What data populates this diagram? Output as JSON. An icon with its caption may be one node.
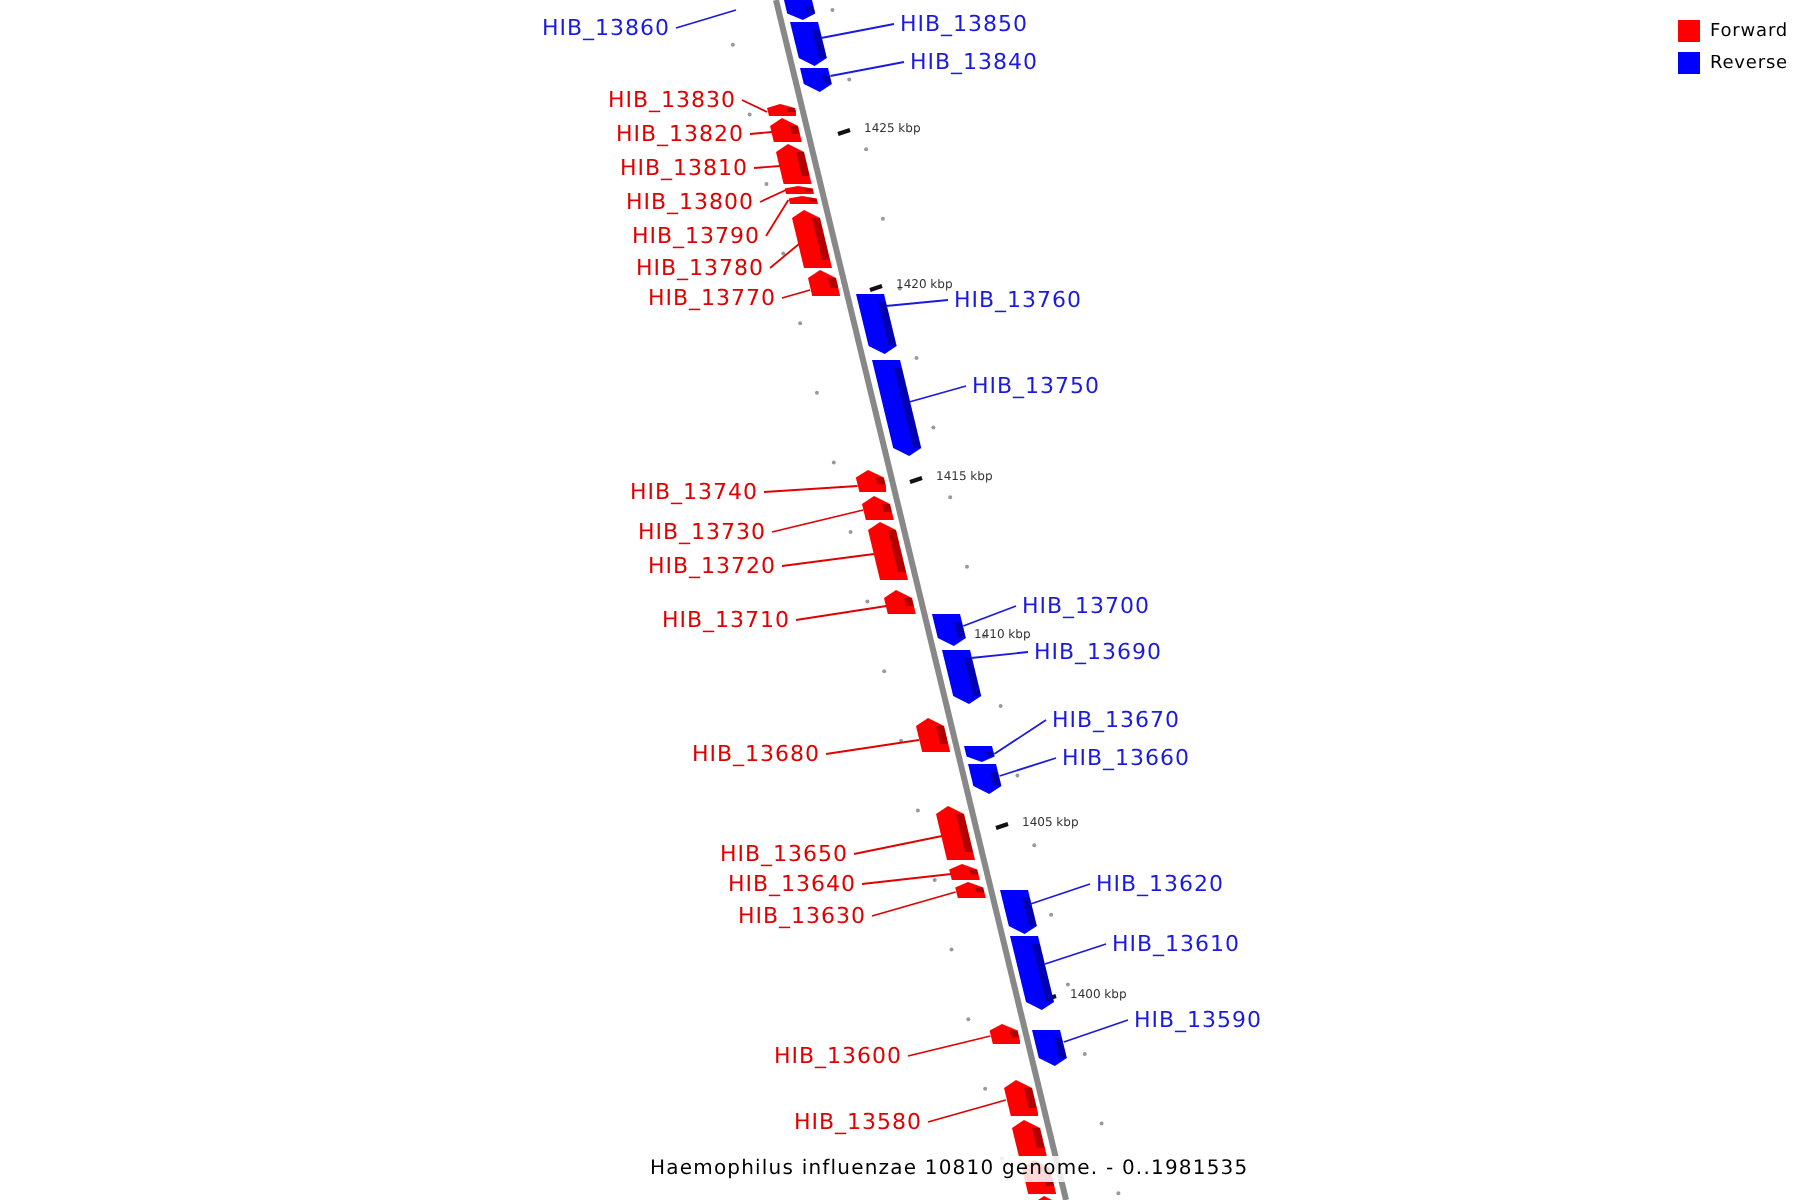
{
  "diagram": {
    "caption": "Haemophilus influenzae 10810 genome. - 0..1981535",
    "nodes": [
      {
        "text": [
          "HIB_13860"
        ]
      },
      {
        "text": [],
        "shape": "bar"
      },
      {
        "text": [
          "HIB_13850"
        ]
      },
      {
        "text": [],
        "shape": "bar"
      },
      {
        "text": [
          "HIB_13840"
        ]
      },
      {
        "text": [],
        "shape": "bar"
      },
      {
        "text": [
          "HIB_13830"
        ]
      },
      {
        "text": [],
        "shape": "bar"
      },
      {
        "text": [
          "HIB_13820"
        ]
      },
      {
        "text": [],
        "shape": "bar"
      },
      {
        "text": [
          "HIB_13810"
        ]
      },
      {
        "text": [],
        "shape": "bar"
      },
      {
        "text": [
          "HIB_13800"
        ]
      },
      {
        "text": [],
        "shape": "bar"
      },
      {
        "text": [
          "HIB_13790"
        ]
      },
      {
        "text": [],
        "shape": "bar"
      },
      {
        "text": [
          "HIB_13780"
        ]
      },
      {
        "text": [],
        "shape": "bar"
      },
      {
        "text": [
          "HIB_13770"
        ]
      },
      {
        "text": [],
        "shape": "bar"
      },
      {
        "text": [
          "HIB_13760"
        ]
      },
      {
        "text": [],
        "shape": "bar"
      },
      {
        "text": [
          "HIB_13750"
        ]
      },
      {
        "text": [],
        "shape": "bar"
      },
      {
        "text": [
          "HIB_13740"
        ]
      },
      {
        "text": [],
        "shape": "bar"
      },
      {
        "text": [
          "HIB_13730"
        ]
      },
      {
        "text": [],
        "shape": "bar"
      },
      {
        "text": [
          "HIB_13720"
        ]
      },
      {
        "text": [],
        "shape": "bar"
      },
      {
        "text": [
          "HIB_13710"
        ]
      },
      {
        "text": [],
        "shape": "bar"
      },
      {
        "text": [
          "HIB_13700"
        ]
      },
      {
        "text": [],
        "shape": "bar"
      },
      {
        "text": [
          "HIB_13690"
        ]
      },
      {
        "text": [],
        "shape": "bar"
      },
      {
        "text": [
          "HIB_13680"
        ]
      },
      {
        "text": [],
        "shape": "bar"
      },
      {
        "text": [
          "HIB_13670"
        ]
      },
      {
        "text": [],
        "shape": "bar"
      },
      {
        "text": [
          "HIB_13660"
        ]
      },
      {
        "text": [],
        "shape": "bar"
      },
      {
        "text": [
          "HIB_13650"
        ]
      },
      {
        "text": [],
        "shape": "bar"
      },
      {
        "text": [
          "HIB_13640"
        ]
      },
      {
        "text": [],
        "shape": "bar"
      },
      {
        "text": [
          "HIB_13630"
        ]
      },
      {
        "text": [],
        "shape": "bar"
      },
      {
        "text": [
          "HIB_13620"
        ]
      },
      {
        "text": [],
        "shape": "bar"
      },
      {
        "text": [
          "HIB_13610"
        ]
      },
      {
        "text": [],
        "shape": "bar"
      },
      {
        "text": [
          "HIB_13600"
        ]
      },
      {
        "text": [],
        "shape": "bar"
      },
      {
        "text": [
          "HIB_13590"
        ]
      },
      {
        "text": [],
        "shape": "bar"
      },
      {
        "text": [
          "HIB_13580"
        ]
      },
      {
        "text": [],
        "shape": "bar"
      },
      {
        "text": [],
        "shape": "bar"
      },
      {
        "text": [],
        "shape": "bar"
      },
      {
        "text": [],
        "shape": "bar"
      }
    ],
    "edges": [
      {
        "from": 0,
        "to": null,
        "arrow": "none",
        "color": "#1a1ae0"
      },
      {
        "from": 2,
        "to": 3,
        "arrow": "none",
        "color": "#1a1ae0"
      },
      {
        "from": 4,
        "to": 5,
        "arrow": "none",
        "color": "#1a1ae0"
      },
      {
        "from": 6,
        "to": 7,
        "arrow": "none"
      },
      {
        "from": 8,
        "to": 9,
        "arrow": "none"
      },
      {
        "from": 10,
        "to": 11,
        "arrow": "none"
      },
      {
        "from": 12,
        "to": 13,
        "arrow": "none"
      },
      {
        "from": 14,
        "to": 15,
        "arrow": "none"
      },
      {
        "from": 16,
        "to": 17,
        "arrow": "none"
      },
      {
        "from": 18,
        "to": 19,
        "arrow": "none"
      },
      {
        "from": 20,
        "to": 21,
        "arrow": "none",
        "color": "#1a1ae0"
      },
      {
        "from": 22,
        "to": 23,
        "arrow": "none",
        "color": "#1a1ae0"
      },
      {
        "from": 24,
        "to": 25,
        "arrow": "none"
      },
      {
        "from": 26,
        "to": 27,
        "arrow": "none"
      },
      {
        "from": 28,
        "to": 29,
        "arrow": "none"
      },
      {
        "from": 30,
        "to": 31,
        "arrow": "none"
      },
      {
        "from": 32,
        "to": 33,
        "arrow": "none",
        "color": "#1a1ae0"
      },
      {
        "from": 34,
        "to": 35,
        "arrow": "none",
        "color": "#1a1ae0"
      },
      {
        "from": 36,
        "to": 37,
        "arrow": "none"
      },
      {
        "from": 38,
        "to": 39,
        "arrow": "none",
        "color": "#1a1ae0"
      },
      {
        "from": 40,
        "to": 41,
        "arrow": "none",
        "color": "#1a1ae0"
      },
      {
        "from": 42,
        "to": 43,
        "arrow": "none"
      },
      {
        "from": 44,
        "to": 45,
        "arrow": "none"
      },
      {
        "from": 46,
        "to": 47,
        "arrow": "none"
      },
      {
        "from": 48,
        "to": 49,
        "arrow": "none",
        "color": "#1a1ae0"
      },
      {
        "from": 50,
        "to": 51,
        "arrow": "none",
        "color": "#1a1ae0"
      },
      {
        "from": 52,
        "to": 53,
        "arrow": "none"
      },
      {
        "from": 54,
        "to": 55,
        "arrow": "none",
        "color": "#1a1ae0"
      },
      {
        "from": 56,
        "to": 57,
        "arrow": "none"
      }
    ],
    "labels": [
      "1425 kbp",
      "1420 kbp",
      "1415 kbp",
      "1410 kbp",
      "1405 kbp",
      "1400 kbp"
    ],
    "legend": [
      {
        "text": "Forward",
        "color": "#ff0000"
      },
      {
        "text": "Reverse",
        "color": "#0000ff"
      }
    ]
  }
}
